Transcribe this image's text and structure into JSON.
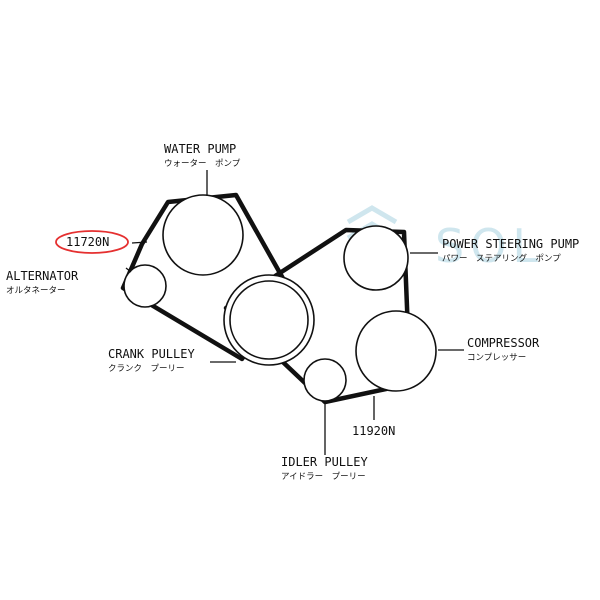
{
  "watermark": {
    "text": "SOL",
    "color": "#cfe6ee"
  },
  "highlight_color": "#e53030",
  "labels": {
    "water_pump": {
      "en": "WATER PUMP",
      "jp": "ウォーター　ポンプ"
    },
    "power_steering_pump": {
      "en": "POWER STEERING PUMP",
      "jp": "パワー　ステアリング　ポンプ"
    },
    "alternator": {
      "en": "ALTERNATOR",
      "jp": "オルタネーター"
    },
    "crank_pulley": {
      "en": "CRANK PULLEY",
      "jp": "クランク　プーリー"
    },
    "compressor": {
      "en": "COMPRESSOR",
      "jp": "コンプレッサー"
    },
    "idler_pulley": {
      "en": "IDLER PULLEY",
      "jp": "アイドラー　プーリー"
    }
  },
  "part_numbers": {
    "belt_1": "11720N",
    "belt_2": "11920N"
  }
}
